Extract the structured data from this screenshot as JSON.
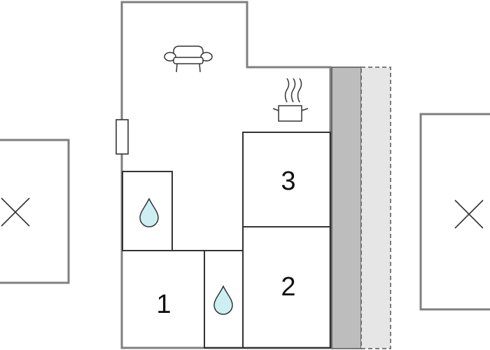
{
  "floorplan": {
    "rooms": [
      {
        "id": "bedroom-1",
        "label": "1"
      },
      {
        "id": "bedroom-2",
        "label": "2"
      },
      {
        "id": "bedroom-3",
        "label": "3"
      }
    ],
    "icons": [
      "sofa-icon",
      "cooking-pot-icon",
      "water-drop-icon",
      "water-drop-icon",
      "cross-icon",
      "cross-icon"
    ],
    "colors": {
      "wall": "#7f7f7f",
      "line": "#333333",
      "water": "#cdeff3",
      "terrace_dark": "#bdbdbd",
      "terrace_light": "#e6e6e6"
    }
  }
}
